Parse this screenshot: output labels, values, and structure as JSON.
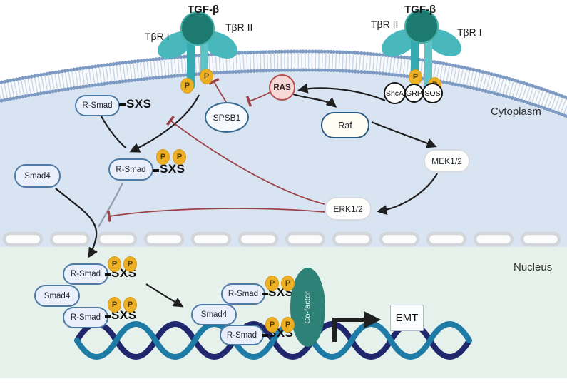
{
  "regions": {
    "cytoplasm_label": "Cytoplasm",
    "nucleus_label": "Nucleus"
  },
  "receptor_complex": {
    "ligand": "TGF-β",
    "type_i": "TβR I",
    "type_ii": "TβR II",
    "adaptors": {
      "shca": "ShcA",
      "grp": "GRP",
      "sos": "SOS"
    }
  },
  "molecules": {
    "r_smad": "R-Smad",
    "smad4": "Smad4",
    "sxs_motif": "SXS",
    "phospho": "P",
    "spsb1": "SPSB1",
    "ras": "RAS",
    "raf": "Raf",
    "mek12": "MEK1/2",
    "erk12": "ERK1/2",
    "cofactor": "Co-factor",
    "emt": "EMT"
  },
  "colors": {
    "cytoplasm_bg": "#d9e4f3",
    "nucleus_bg": "#e5f1ea",
    "membrane_bead": "#7d9ac2",
    "receptor_teal": "#49b8bd",
    "ligand_teal": "#1c7a70",
    "phospho_badge": "#edb025",
    "smad_pill_fill": "#e9effb",
    "smad_pill_border": "#4d7ba6",
    "ras_fill": "#f8d9d8",
    "ras_border": "#b3524e",
    "inhibition_red": "#9c4247",
    "arrow_black": "#1f1f1f",
    "dna_navy": "#20276d",
    "dna_teal": "#1e7ba6",
    "cofactor_teal": "#2d8176"
  }
}
